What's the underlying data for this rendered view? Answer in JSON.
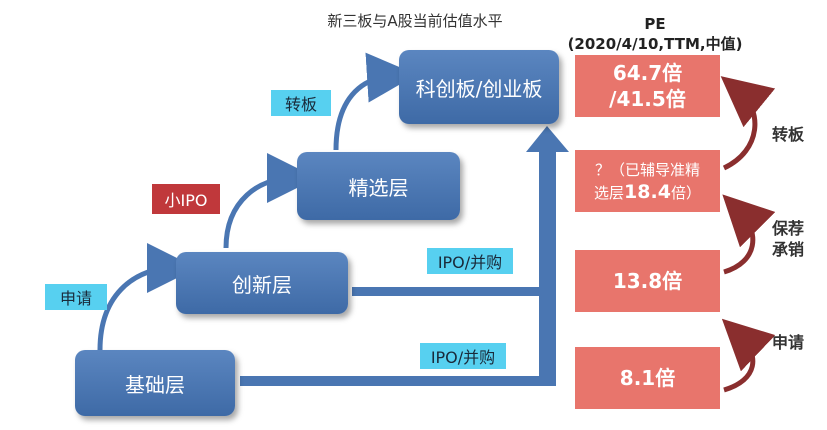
{
  "title": "新三板与A股当前估值水平",
  "pe_header": {
    "line1": "PE",
    "line2": "(2020/4/10,TTM,中值)"
  },
  "tiers": {
    "base": "基础层",
    "innovation": "创新层",
    "select": "精选层",
    "star": "科创板/创业板"
  },
  "tags": {
    "apply": "申请",
    "small_ipo": "小IPO",
    "transfer": "转板",
    "ipo_merge_1": "IPO/并购",
    "ipo_merge_2": "IPO/并购"
  },
  "pe_values": {
    "star_line1": "64.7倍",
    "star_line2": "/41.5倍",
    "select_line1": "？（已辅导准精",
    "select_line2_pre": "选层",
    "select_line2_num": "18.4",
    "select_line2_post": "倍）",
    "innovation": "13.8倍",
    "base": "8.1倍"
  },
  "side_labels": {
    "transfer": "转板",
    "keep_line1": "保荐",
    "keep_line2": "承销",
    "apply": "申请"
  },
  "colors": {
    "tier_blue": "#4a76b2",
    "pe_red": "#e8756c",
    "tag_cyan": "#57d0f0",
    "tag_red": "#c0383b",
    "arrow_dark_red": "#8a2e2e"
  }
}
